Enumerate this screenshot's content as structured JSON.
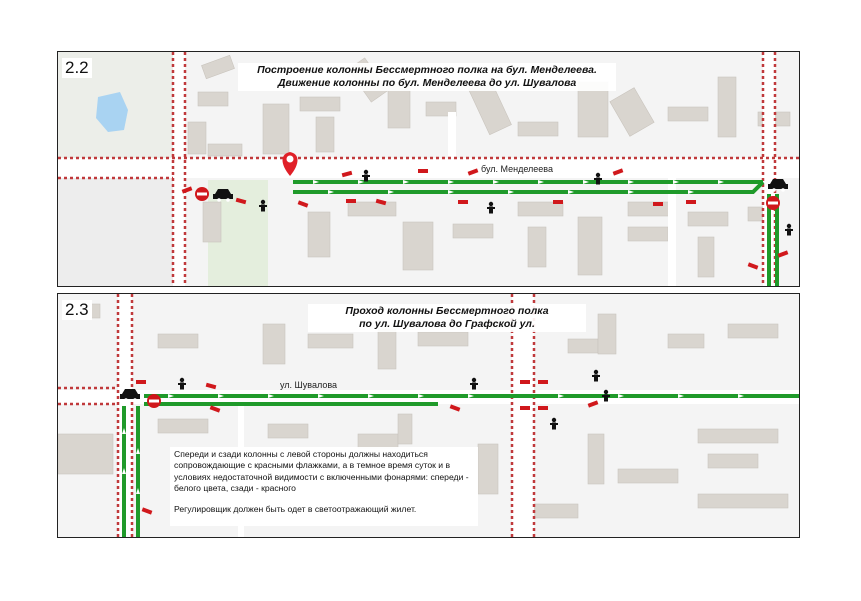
{
  "panel1": {
    "label": "2.2",
    "title_line1": "Построение колонны Бессмертного полка на бул. Менделеева.",
    "title_line2": "Движение колонны по бул. Менделеева до ул. Шувалова",
    "street": "бул. Менделеева"
  },
  "panel2": {
    "label": "2.3",
    "title_line1": "Проход колонны Бессмертного полка",
    "title_line2": "по ул. Шувалова до Графской ул.",
    "street": "ул. Шувалова",
    "note_line1": "Спереди и сзади колонны с левой стороны должны находиться сопровождающие с красными флажками, а в темное время суток и в условиях недостаточной видимости с включенными фонарями: спереди - белого цвета, сзади - красного",
    "note_line2": "Регулировщик должен быть одет в светоотражающий жилет."
  },
  "colors": {
    "route": "#1f9a2a",
    "barrier": "#d0181c",
    "building": "#d9d5cf",
    "road": "#ffffff",
    "park": "#dbe9d2",
    "water": "#a9d3f2"
  },
  "icons": [
    "location-pin-icon",
    "no-entry-icon",
    "car-icon",
    "traffic-controller-icon",
    "barrier-icon",
    "direction-arrow-icon"
  ]
}
